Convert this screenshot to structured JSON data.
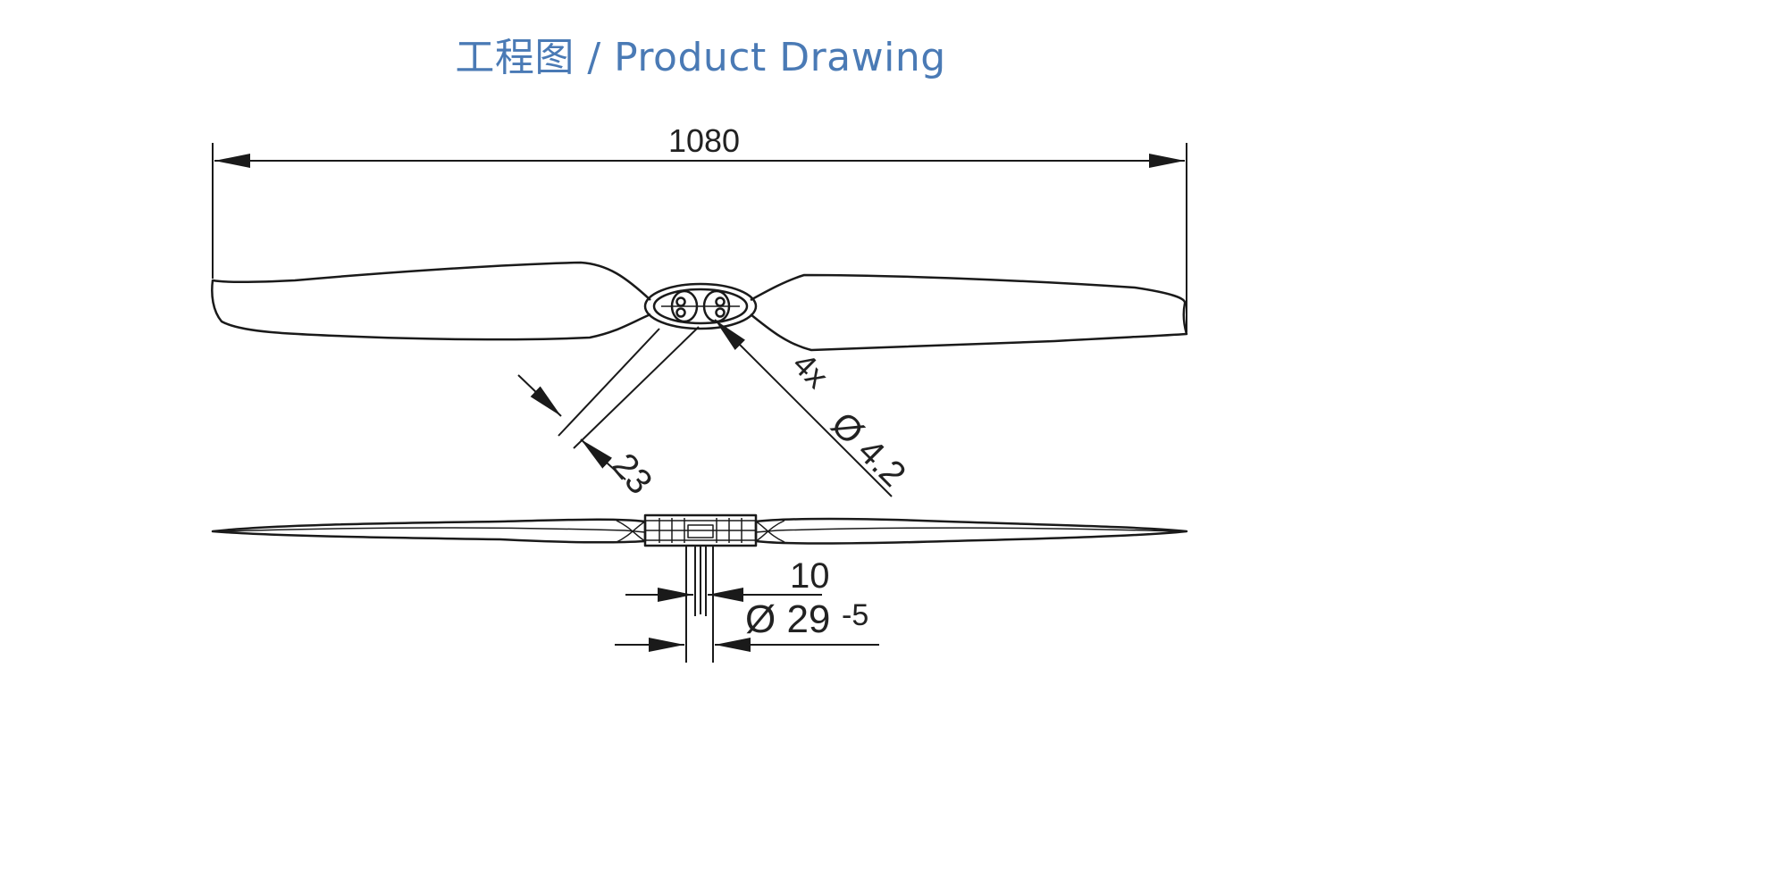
{
  "title": "工程图 / Product Drawing",
  "colors": {
    "title": "#4a7ab5",
    "line": "#1a1a1a"
  },
  "dimensions": {
    "overall_length": "1080",
    "hub_width": "23",
    "hole_qty": "4x",
    "hole_diameter": "Ø 4.2",
    "hub_thickness": "10",
    "bore_diameter": "Ø 29",
    "bore_tolerance": "-5"
  }
}
